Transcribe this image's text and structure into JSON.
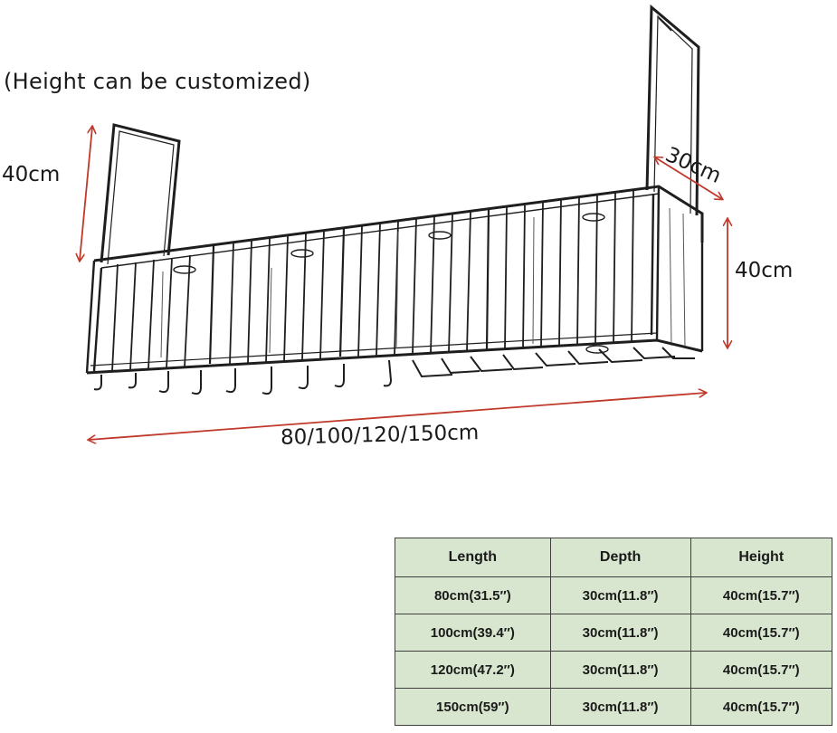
{
  "labels": {
    "customize_note": "(Height can be customized)",
    "left_height": "40cm",
    "depth": "30cm",
    "right_height": "40cm",
    "length": "80/100/120/150cm"
  },
  "colors": {
    "arrow": "#c0392b",
    "frame": "#1e1e1e",
    "table_fill": "#d8e6cf",
    "table_border": "#3f3f3f"
  },
  "table": {
    "headers": [
      "Length",
      "Depth",
      "Height"
    ],
    "rows": [
      [
        "80cm(31.5″)",
        "30cm(11.8″)",
        "40cm(15.7″)"
      ],
      [
        "100cm(39.4″)",
        "30cm(11.8″)",
        "40cm(15.7″)"
      ],
      [
        "120cm(47.2″)",
        "30cm(11.8″)",
        "40cm(15.7″)"
      ],
      [
        "150cm(59″)",
        "30cm(11.8″)",
        "40cm(15.7″)"
      ]
    ]
  }
}
